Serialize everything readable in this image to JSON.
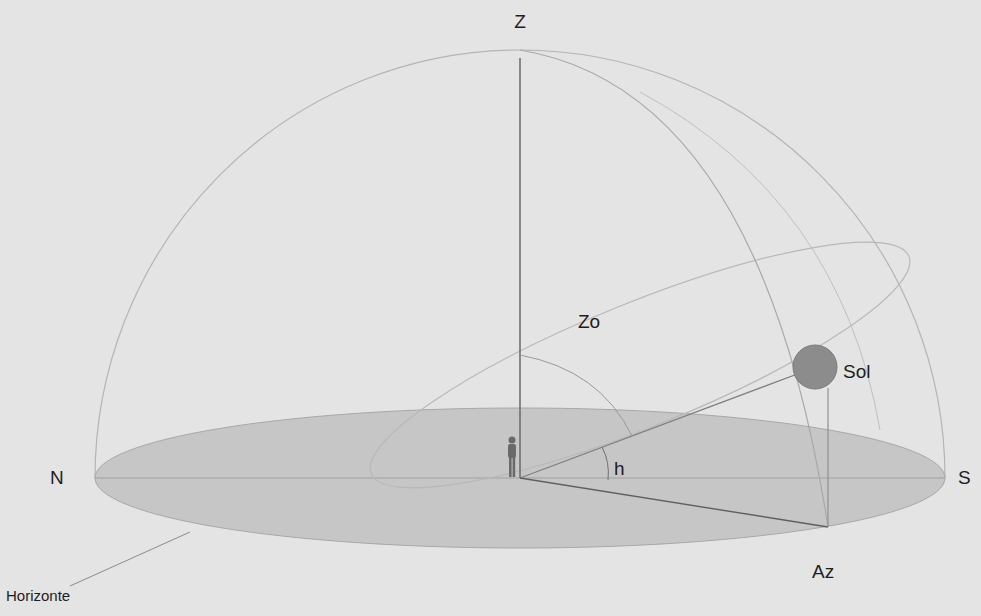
{
  "diagram": {
    "labels": [
      "Z",
      "Zo",
      "Sol",
      "N",
      "h",
      "S",
      "Az",
      "Horizonte"
    ]
  }
}
